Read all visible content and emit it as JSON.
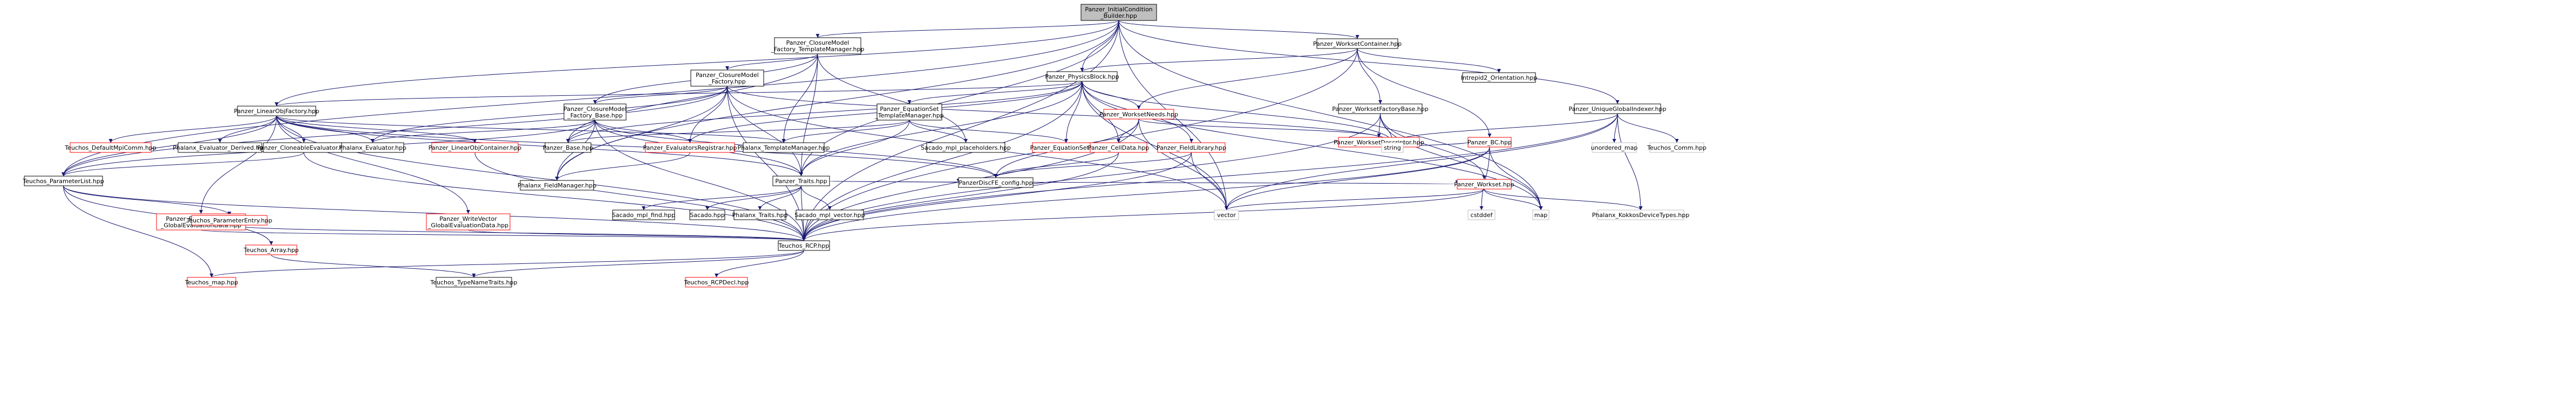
{
  "colors": {
    "edge": "#191970",
    "root_fill": "#bfbfbf",
    "node_fill": "#ffffff",
    "node_border_black": "#000000",
    "node_border_red": "#ff0000",
    "text": "#000000"
  },
  "nodes": [
    {
      "id": "root",
      "lines": [
        "Panzer_InitialCondition",
        "_Builder.hpp"
      ],
      "style": "root"
    },
    {
      "id": "cmfTM",
      "lines": [
        "Panzer_ClosureModel",
        "_Factory_TemplateManager.hpp"
      ],
      "style": "black"
    },
    {
      "id": "wc",
      "lines": [
        "Panzer_WorksetContainer.hpp"
      ],
      "style": "black"
    },
    {
      "id": "cmf",
      "lines": [
        "Panzer_ClosureModel",
        "_Factory.hpp"
      ],
      "style": "black"
    },
    {
      "id": "pb",
      "lines": [
        "Panzer_PhysicsBlock.hpp"
      ],
      "style": "black"
    },
    {
      "id": "intrepid",
      "lines": [
        "Intrepid2_Orientation.hpp"
      ],
      "style": "black"
    },
    {
      "id": "wfb",
      "lines": [
        "Panzer_WorksetFactoryBase.hpp"
      ],
      "style": "black"
    },
    {
      "id": "ugi",
      "lines": [
        "Panzer_UniqueGlobalIndexer.hpp"
      ],
      "style": "black"
    },
    {
      "id": "lof",
      "lines": [
        "Panzer_LinearObjFactory.hpp"
      ],
      "style": "black"
    },
    {
      "id": "cmfb",
      "lines": [
        "Panzer_ClosureModel",
        "_Factory_Base.hpp"
      ],
      "style": "black"
    },
    {
      "id": "eqsetTM",
      "lines": [
        "Panzer_EquationSet",
        "_TemplateManager.hpp"
      ],
      "style": "black"
    },
    {
      "id": "wn",
      "lines": [
        "Panzer_WorksetNeeds.hpp"
      ],
      "style": "red"
    },
    {
      "id": "wd",
      "lines": [
        "Panzer_WorksetDescriptor.hpp"
      ],
      "style": "red"
    },
    {
      "id": "bc",
      "lines": [
        "Panzer_BC.hpp"
      ],
      "style": "red"
    },
    {
      "id": "tdmpc",
      "lines": [
        "Teuchos_DefaultMpiComm.hpp"
      ],
      "style": "red"
    },
    {
      "id": "phxed",
      "lines": [
        "Phalanx_Evaluator_Derived.hpp"
      ],
      "style": "black"
    },
    {
      "id": "ce",
      "lines": [
        "Panzer_CloneableEvaluator.hpp"
      ],
      "style": "black"
    },
    {
      "id": "phxe",
      "lines": [
        "Phalanx_Evaluator.hpp"
      ],
      "style": "black"
    },
    {
      "id": "loc",
      "lines": [
        "Panzer_LinearObjContainer.hpp"
      ],
      "style": "red"
    },
    {
      "id": "base",
      "lines": [
        "Panzer_Base.hpp"
      ],
      "style": "black"
    },
    {
      "id": "er",
      "lines": [
        "Panzer_EvaluatorsRegistrar.hpp"
      ],
      "style": "red"
    },
    {
      "id": "phxtm",
      "lines": [
        "Phalanx_TemplateManager.hpp"
      ],
      "style": "black"
    },
    {
      "id": "sacph",
      "lines": [
        "Sacado_mpl_placeholders.hpp"
      ],
      "style": "black"
    },
    {
      "id": "eqset",
      "lines": [
        "Panzer_EquationSet.hpp"
      ],
      "style": "red"
    },
    {
      "id": "celldata",
      "lines": [
        "Panzer_CellData.hpp"
      ],
      "style": "red"
    },
    {
      "id": "fl",
      "lines": [
        "Panzer_FieldLibrary.hpp"
      ],
      "style": "red"
    },
    {
      "id": "string",
      "lines": [
        "string"
      ],
      "style": "gray"
    },
    {
      "id": "umap",
      "lines": [
        "unordered_map"
      ],
      "style": "gray"
    },
    {
      "id": "tcomm",
      "lines": [
        "Teuchos_Comm.hpp"
      ],
      "style": "gray"
    },
    {
      "id": "tpl",
      "lines": [
        "Teuchos_ParameterList.hpp"
      ],
      "style": "black"
    },
    {
      "id": "traits",
      "lines": [
        "Panzer_Traits.hpp"
      ],
      "style": "black"
    },
    {
      "id": "pdiste",
      "lines": [
        "PanzerDiscFE_config.hpp"
      ],
      "style": "black"
    },
    {
      "id": "workset",
      "lines": [
        "Panzer_Workset.hpp"
      ],
      "style": "red"
    },
    {
      "id": "phxfm",
      "lines": [
        "Phalanx_FieldManager.hpp"
      ],
      "style": "black"
    },
    {
      "id": "smf",
      "lines": [
        "Sacado_mpl_find.hpp"
      ],
      "style": "black"
    },
    {
      "id": "sac",
      "lines": [
        "Sacado.hpp"
      ],
      "style": "black"
    },
    {
      "id": "phxtr",
      "lines": [
        "Phalanx_Traits.hpp"
      ],
      "style": "black"
    },
    {
      "id": "smv",
      "lines": [
        "Sacado_mpl_vector.hpp"
      ],
      "style": "black"
    },
    {
      "id": "vector",
      "lines": [
        "vector"
      ],
      "style": "gray"
    },
    {
      "id": "cstddef",
      "lines": [
        "cstddef"
      ],
      "style": "gray"
    },
    {
      "id": "map",
      "lines": [
        "map"
      ],
      "style": "gray"
    },
    {
      "id": "phxkdt",
      "lines": [
        "Phalanx_KokkosDeviceTypes.hpp"
      ],
      "style": "gray"
    },
    {
      "id": "roVec",
      "lines": [
        "Panzer_ReadOnlyVector",
        "_GlobalEvaluationData.hpp"
      ],
      "style": "red"
    },
    {
      "id": "tpe",
      "lines": [
        "Teuchos_ParameterEntry.hpp"
      ],
      "style": "red"
    },
    {
      "id": "woVec",
      "lines": [
        "Panzer_WriteVector",
        "_GlobalEvaluationData.hpp"
      ],
      "style": "red"
    },
    {
      "id": "rcp",
      "lines": [
        "Teuchos_RCP.hpp"
      ],
      "style": "black"
    },
    {
      "id": "tarray",
      "lines": [
        "Teuchos_Array.hpp"
      ],
      "style": "red"
    },
    {
      "id": "tmap",
      "lines": [
        "Teuchos_map.hpp"
      ],
      "style": "red"
    },
    {
      "id": "ttnt",
      "lines": [
        "Teuchos_TypeNameTraits.hpp"
      ],
      "style": "black"
    },
    {
      "id": "trcpdecl",
      "lines": [
        "Teuchos_RCPDecl.hpp"
      ],
      "style": "red"
    }
  ]
}
